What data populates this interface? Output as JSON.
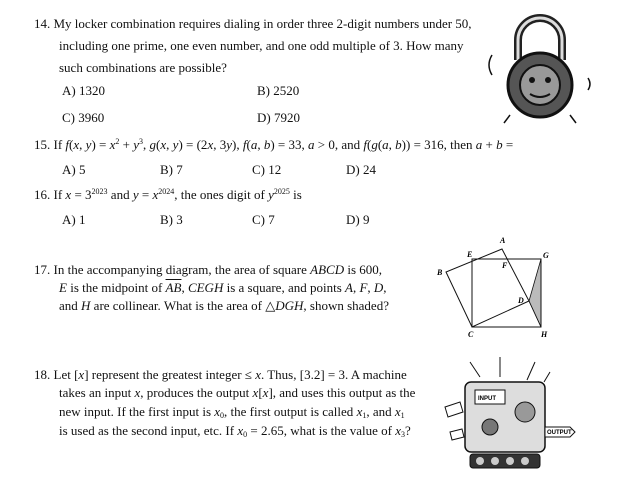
{
  "problems": [
    {
      "number": "14.",
      "lines": [
        "My locker combination requires dialing in order three 2-digit numbers under 50,",
        "including one prime, one even number, and one odd multiple of 3. How many",
        "such combinations are possible?"
      ],
      "choices": [
        "A) 1320",
        "B) 2520",
        "C) 3960",
        "D) 7920"
      ]
    },
    {
      "number": "15.",
      "text": "If f(x, y) = x² + y³, g(x, y) = (2x, 3y), f(a, b) = 33, a > 0, and f(g(a, b)) = 316, then a + b =",
      "choices": [
        "A) 5",
        "B) 7",
        "C) 12",
        "D) 24"
      ]
    },
    {
      "number": "16.",
      "text": "If x = 3^2023 and y = x^2024, the ones digit of y^2025 is",
      "choices": [
        "A) 1",
        "B) 3",
        "C) 7",
        "D) 9"
      ]
    },
    {
      "number": "17.",
      "lines": [
        "In the accompanying diagram, the area of square ABCD is 600,",
        "E is the midpoint of AB, CEGH is a square, and points A, F, D,",
        "and H are collinear. What is the area of △DGH, shown shaded?"
      ],
      "diagram_labels": [
        "A",
        "B",
        "C",
        "D",
        "E",
        "F",
        "G",
        "H"
      ]
    },
    {
      "number": "18.",
      "lines": [
        "Let [x] represent the greatest integer ≤ x. Thus, [3.2] = 3. A machine",
        "takes an input x, produces the output x[x], and uses this output as the",
        "new input. If the first input is x₀, the first output is called x₁, and x₁",
        "is used as the second input, etc. If x₀ = 2.65, what is the value of x₃?"
      ],
      "machine_labels": [
        "INPUT",
        "OUTPUT"
      ]
    }
  ]
}
